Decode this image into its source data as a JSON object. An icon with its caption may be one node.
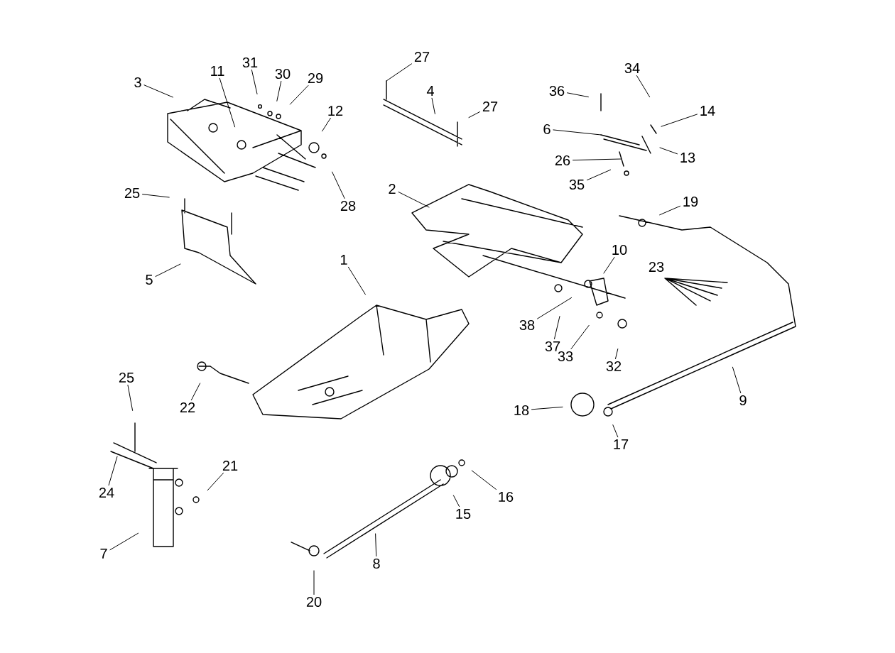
{
  "diagram": {
    "nodes": [
      {
        "text": [
          "3"
        ]
      },
      {
        "text": [
          "11"
        ]
      },
      {
        "text": [
          "31"
        ]
      },
      {
        "text": [
          "30"
        ]
      },
      {
        "text": [
          "29"
        ]
      },
      {
        "text": [
          "12"
        ]
      },
      {
        "text": [
          "28"
        ]
      },
      {
        "text": [
          "25"
        ]
      },
      {
        "text": [
          "5"
        ]
      },
      {
        "text": [
          "27"
        ]
      },
      {
        "text": [
          "4"
        ]
      },
      {
        "text": [
          "27"
        ]
      },
      {
        "text": [
          "2"
        ]
      },
      {
        "text": [
          "1"
        ]
      },
      {
        "text": [
          "36"
        ]
      },
      {
        "text": [
          "34"
        ]
      },
      {
        "text": [
          "6"
        ]
      },
      {
        "text": [
          "14"
        ]
      },
      {
        "text": [
          "13"
        ]
      },
      {
        "text": [
          "26"
        ]
      },
      {
        "text": [
          "35"
        ]
      },
      {
        "text": [
          "19"
        ]
      },
      {
        "text": [
          "10"
        ]
      },
      {
        "text": [
          "38"
        ]
      },
      {
        "text": [
          "37"
        ]
      },
      {
        "text": [
          "33"
        ]
      },
      {
        "text": [
          "32"
        ]
      },
      {
        "text": [
          "9"
        ]
      },
      {
        "text": [
          "18"
        ]
      },
      {
        "text": [
          "17"
        ]
      },
      {
        "text": [
          "22"
        ]
      },
      {
        "text": [
          "25"
        ]
      },
      {
        "text": [
          "24"
        ]
      },
      {
        "text": [
          "21"
        ]
      },
      {
        "text": [
          "7"
        ]
      },
      {
        "text": [
          "16"
        ]
      },
      {
        "text": [
          "15"
        ]
      },
      {
        "text": [
          "8"
        ]
      },
      {
        "text": [
          "20"
        ]
      }
    ],
    "edges": [
      {
        "from": 0,
        "to": null,
        "arrow": "none"
      },
      {
        "from": 1,
        "to": null,
        "arrow": "none"
      },
      {
        "from": 2,
        "to": null,
        "arrow": "none"
      },
      {
        "from": 3,
        "to": null,
        "arrow": "none"
      },
      {
        "from": 4,
        "to": null,
        "arrow": "none"
      },
      {
        "from": 5,
        "to": null,
        "arrow": "none"
      },
      {
        "from": 6,
        "to": null,
        "arrow": "none"
      },
      {
        "from": 7,
        "to": null,
        "arrow": "none"
      },
      {
        "from": 8,
        "to": null,
        "arrow": "none"
      },
      {
        "from": 9,
        "to": null,
        "arrow": "none"
      },
      {
        "from": 10,
        "to": null,
        "arrow": "none"
      },
      {
        "from": 11,
        "to": null,
        "arrow": "none"
      },
      {
        "from": 12,
        "to": null,
        "arrow": "none"
      },
      {
        "from": 13,
        "to": null,
        "arrow": "none"
      },
      {
        "from": 14,
        "to": null,
        "arrow": "none"
      },
      {
        "from": 15,
        "to": null,
        "arrow": "none"
      },
      {
        "from": 16,
        "to": null,
        "arrow": "none"
      },
      {
        "from": 17,
        "to": null,
        "arrow": "none"
      },
      {
        "from": 18,
        "to": null,
        "arrow": "none"
      },
      {
        "from": 19,
        "to": null,
        "arrow": "none"
      },
      {
        "from": 20,
        "to": null,
        "arrow": "none"
      },
      {
        "from": 21,
        "to": null,
        "arrow": "none"
      },
      {
        "from": 22,
        "to": null,
        "arrow": "none"
      },
      {
        "from": 23,
        "to": null,
        "arrow": "none"
      },
      {
        "from": 24,
        "to": null,
        "arrow": "none"
      },
      {
        "from": 25,
        "to": null,
        "arrow": "none"
      },
      {
        "from": 26,
        "to": null,
        "arrow": "none"
      },
      {
        "from": 27,
        "to": null,
        "arrow": "none"
      },
      {
        "from": 28,
        "to": null,
        "arrow": "none"
      },
      {
        "from": 29,
        "to": null,
        "arrow": "none"
      },
      {
        "from": 30,
        "to": null,
        "arrow": "none"
      },
      {
        "from": 31,
        "to": null,
        "arrow": "none"
      },
      {
        "from": 32,
        "to": null,
        "arrow": "none"
      },
      {
        "from": 33,
        "to": null,
        "arrow": "none"
      },
      {
        "from": 34,
        "to": null,
        "arrow": "none"
      },
      {
        "from": 35,
        "to": null,
        "arrow": "none"
      },
      {
        "from": 36,
        "to": null,
        "arrow": "none"
      },
      {
        "from": 37,
        "to": null,
        "arrow": "none"
      },
      {
        "from": 38,
        "to": null,
        "arrow": "none"
      }
    ],
    "labels": [
      "23"
    ]
  }
}
